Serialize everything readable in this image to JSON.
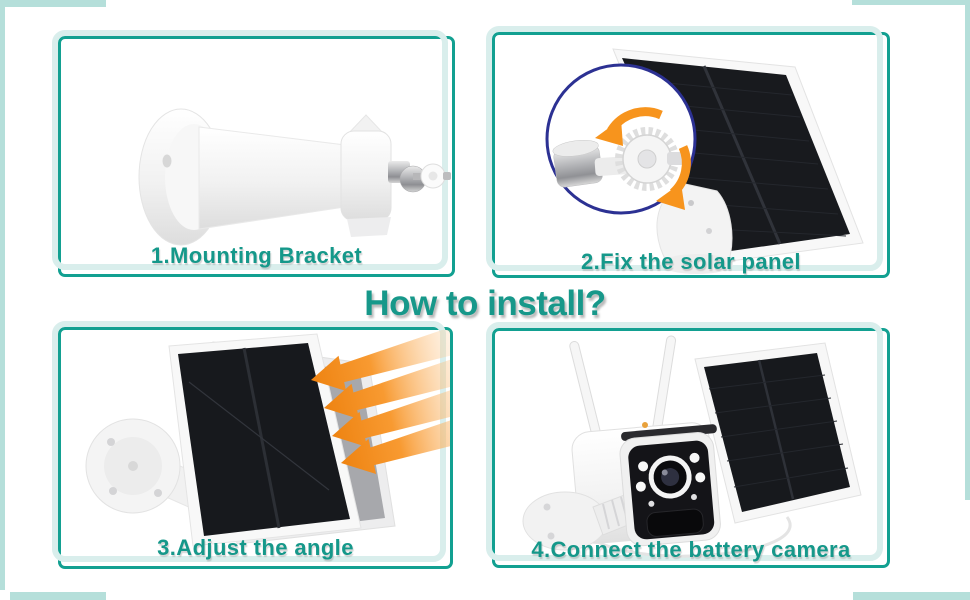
{
  "title": "How to install?",
  "steps": [
    {
      "label": "1.Mounting Bracket",
      "illustration": "mounting-bracket"
    },
    {
      "label": "2.Fix the solar panel",
      "illustration": "solar-panel-on-bracket-with-rotation-knob"
    },
    {
      "label": "3.Adjust the angle",
      "illustration": "solar-panel-tilting-toward-sun-rays"
    },
    {
      "label": "4.Connect the battery camera",
      "illustration": "battery-camera-connected-to-solar-panel"
    }
  ],
  "colors": {
    "panel_border_teal": "#12a091",
    "panel_halo_pale_teal": "#d9eeec",
    "corner_strip_teal": "#b5dfda",
    "label_teal": "#15988a",
    "title_teal": "#17988a",
    "arrow_orange": "#f7941d",
    "callout_outline_navy": "#2c3193",
    "solar_cell_dark": "#17191d"
  }
}
